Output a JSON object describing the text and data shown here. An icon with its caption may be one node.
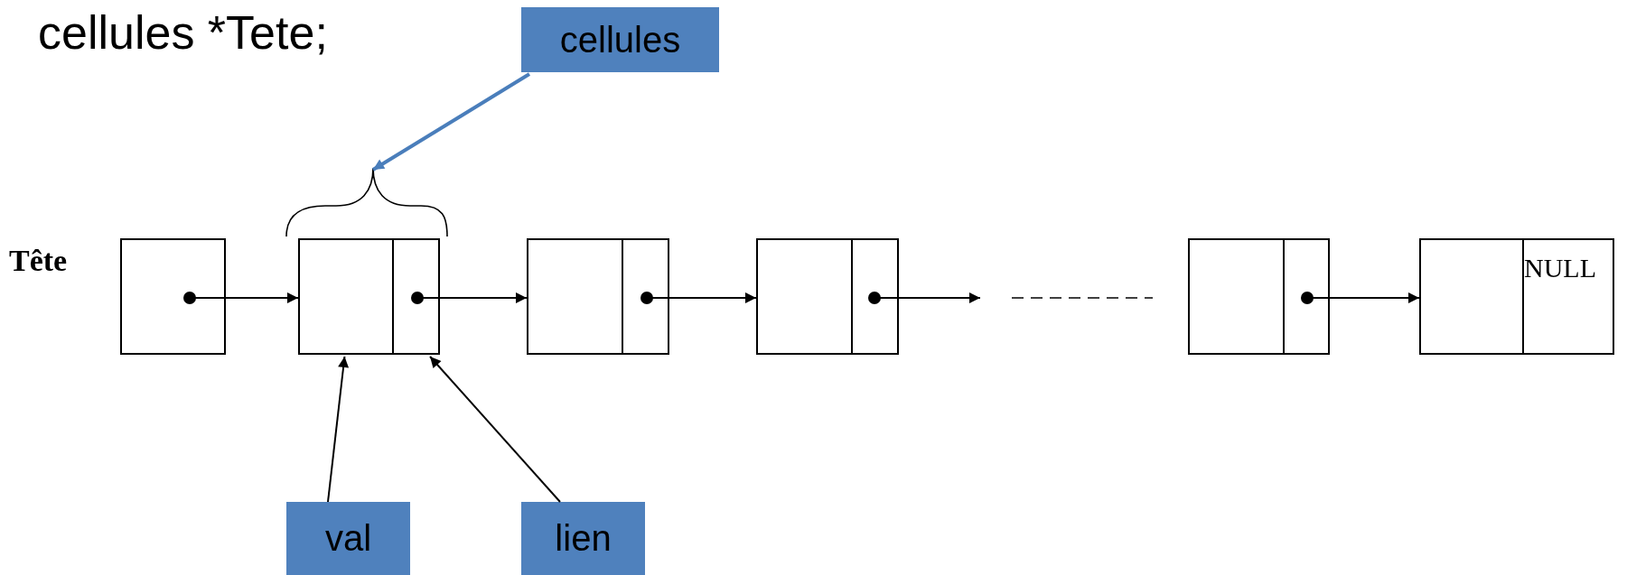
{
  "diagram": {
    "title": "cellules *Tete;",
    "nodes": [
      {
        "text": [
          "cellules"
        ]
      },
      {
        "text": [],
        "shape": "box",
        "beside": [
          "Tête"
        ]
      },
      {
        "text": [],
        "shape": "box"
      },
      {
        "text": [],
        "shape": "box",
        "in": 2
      },
      {
        "text": [],
        "shape": "box",
        "in": 2
      },
      {
        "text": [],
        "shape": "box"
      },
      {
        "text": [],
        "shape": "box"
      },
      {
        "text": [],
        "shape": "box"
      },
      {
        "text": [
          "NULL"
        ]
      },
      {
        "text": [
          "val"
        ]
      },
      {
        "text": [
          "lien"
        ]
      }
    ],
    "edges": [
      {
        "from": 0,
        "to": 2,
        "arrow": "to",
        "color": "#4a7ebb"
      },
      {
        "from": 1,
        "to": 2,
        "arrow": "to"
      },
      {
        "from": 4,
        "to": 5,
        "arrow": "to"
      },
      {
        "from": 5,
        "to": 6,
        "arrow": "to"
      },
      {
        "from": 6,
        "to": null,
        "arrow": "to"
      },
      {
        "from": 7,
        "to": 8,
        "arrow": "to"
      },
      {
        "from": 9,
        "to": 3,
        "arrow": "to"
      },
      {
        "from": 10,
        "to": 4,
        "arrow": "to"
      }
    ]
  }
}
